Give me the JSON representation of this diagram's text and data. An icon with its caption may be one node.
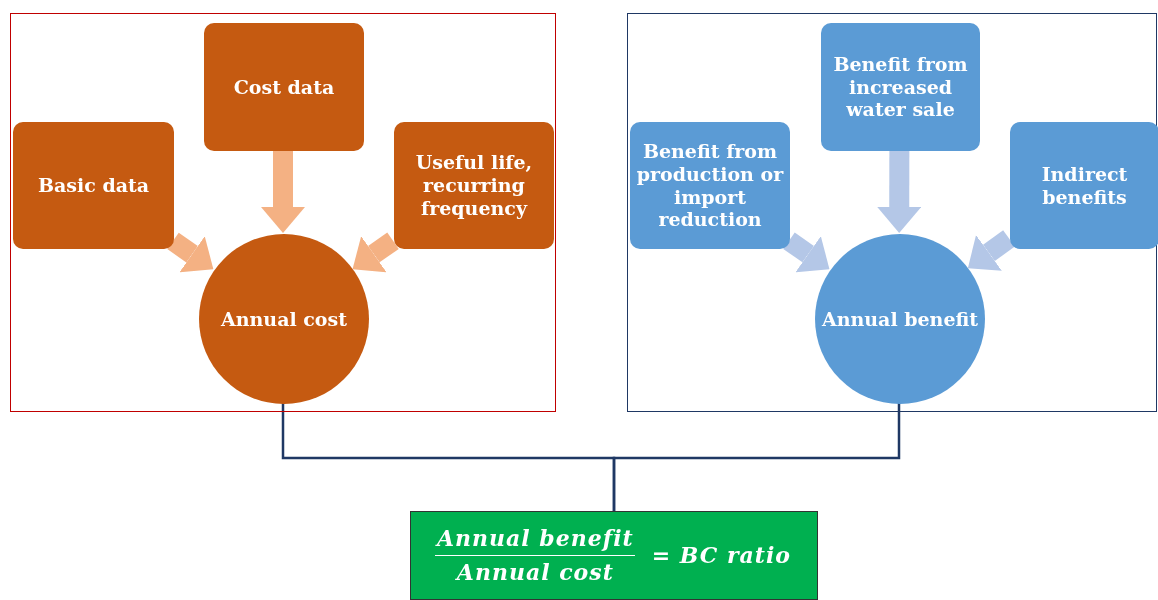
{
  "diagram": {
    "nodes": [
      {
        "text": [],
        "shape": "box"
      },
      {
        "text": [
          "Cost data"
        ],
        "in": 0
      },
      {
        "text": [
          "Basic data"
        ],
        "in": 0
      },
      {
        "text": [
          "Useful life, recurring frequency"
        ],
        "in": 0
      },
      {
        "text": [
          "Annual cost"
        ],
        "in": 0
      },
      {
        "text": [],
        "shape": "box"
      },
      {
        "text": [
          "Benefit from increased water sale"
        ],
        "in": 5
      },
      {
        "text": [
          "Benefit from production or import reduction"
        ],
        "in": 5
      },
      {
        "text": [
          "Indirect benefits"
        ],
        "in": 5
      },
      {
        "text": [
          "Annual benefit"
        ],
        "in": 5
      },
      {
        "text": [
          "Annual benefit",
          "Annual cost",
          "= BC ratio"
        ]
      }
    ],
    "edges": [
      {
        "from": 2,
        "to": 4,
        "arrow": "to",
        "color": "#f4b183"
      },
      {
        "from": 1,
        "to": 4,
        "arrow": "to",
        "color": "#f4b183"
      },
      {
        "from": 3,
        "to": 4,
        "arrow": "to",
        "color": "#f4b183"
      },
      {
        "from": 7,
        "to": 9,
        "arrow": "to",
        "color": "#b4c7e7"
      },
      {
        "from": 6,
        "to": 9,
        "arrow": "to",
        "color": "#b4c7e7"
      },
      {
        "from": 8,
        "to": 9,
        "arrow": "to",
        "color": "#b4c7e7"
      },
      {
        "from": 4,
        "to": 10,
        "arrow": "none",
        "color": "#1f3864"
      },
      {
        "from": 9,
        "to": 10,
        "arrow": "none",
        "color": "#1f3864"
      }
    ]
  }
}
